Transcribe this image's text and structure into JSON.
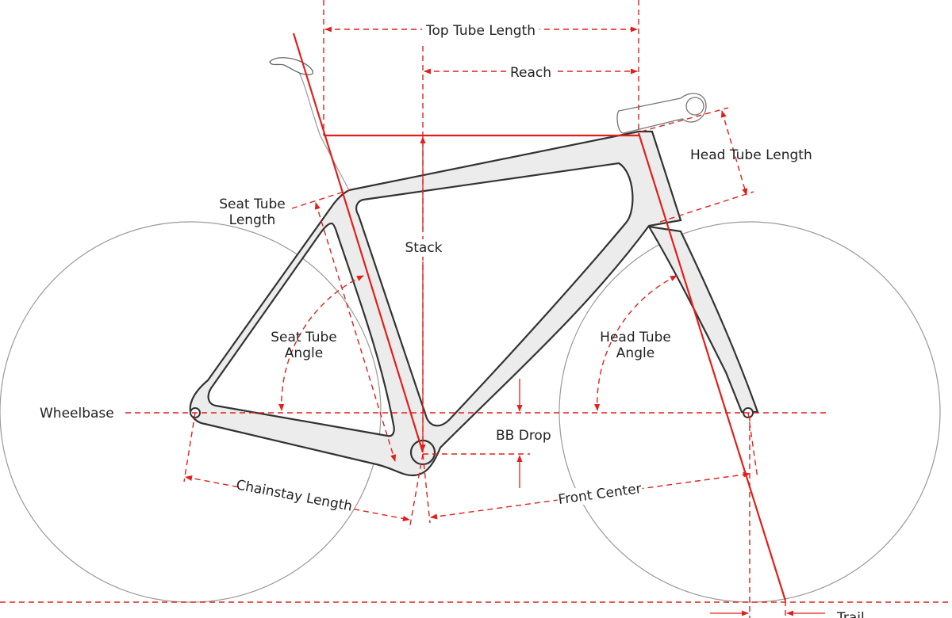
{
  "labels": {
    "top_tube_length": "Top Tube Length",
    "reach": "Reach",
    "head_tube_length": "Head Tube Length",
    "seat_tube_length_1": "Seat Tube",
    "seat_tube_length_2": "Length",
    "stack": "Stack",
    "seat_tube_angle_1": "Seat Tube",
    "seat_tube_angle_2": "Angle",
    "head_tube_angle_1": "Head Tube",
    "head_tube_angle_2": "Angle",
    "wheelbase": "Wheelbase",
    "bb_drop": "BB Drop",
    "chainstay_length": "Chainstay Length",
    "front_center": "Front Center",
    "trail": "Trail"
  },
  "colors": {
    "dimension_red": "#e0201c",
    "frame_fill": "#ececec",
    "frame_outline": "#333333",
    "wheel_line": "#9a9a9a",
    "label_text": "#222222"
  }
}
